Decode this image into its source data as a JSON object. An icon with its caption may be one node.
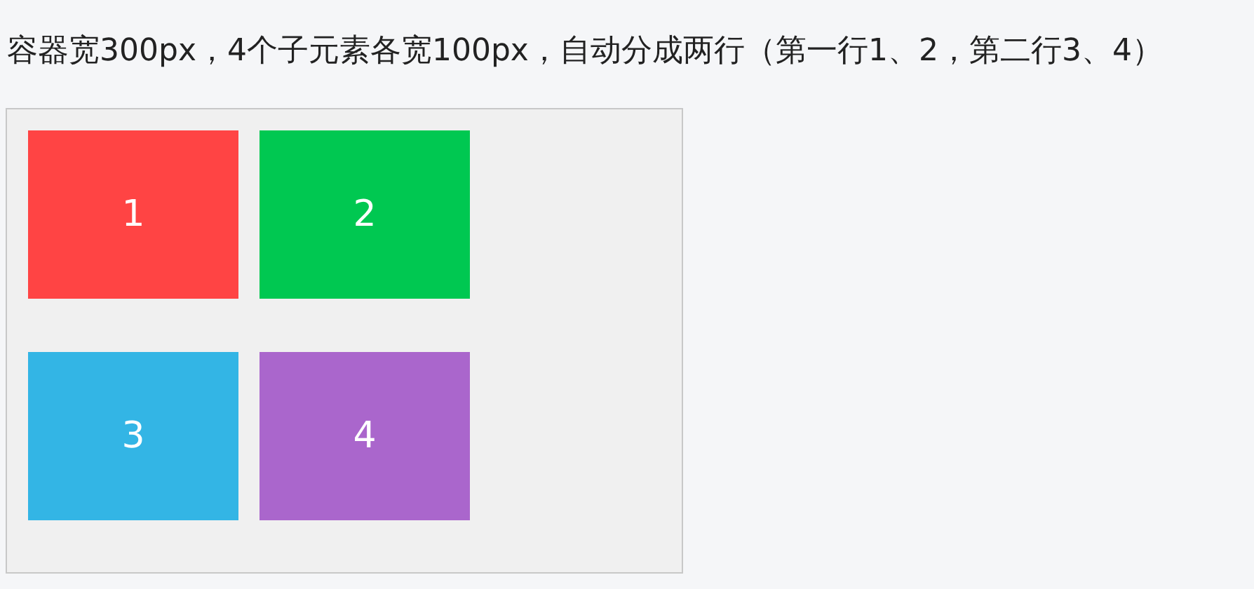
{
  "diagram": {
    "title": "容器宽300px，4个子元素各宽100px，自动分成两行（第一行1、2，第二行3、4）",
    "nodes": [
      {
        "text": [],
        "shape": "box"
      },
      {
        "text": [
          "1"
        ],
        "in": 0
      },
      {
        "text": [
          "2"
        ],
        "in": 0
      },
      {
        "text": [
          "3"
        ],
        "in": 0
      },
      {
        "text": [
          "4"
        ],
        "in": 0
      }
    ],
    "edges": []
  }
}
